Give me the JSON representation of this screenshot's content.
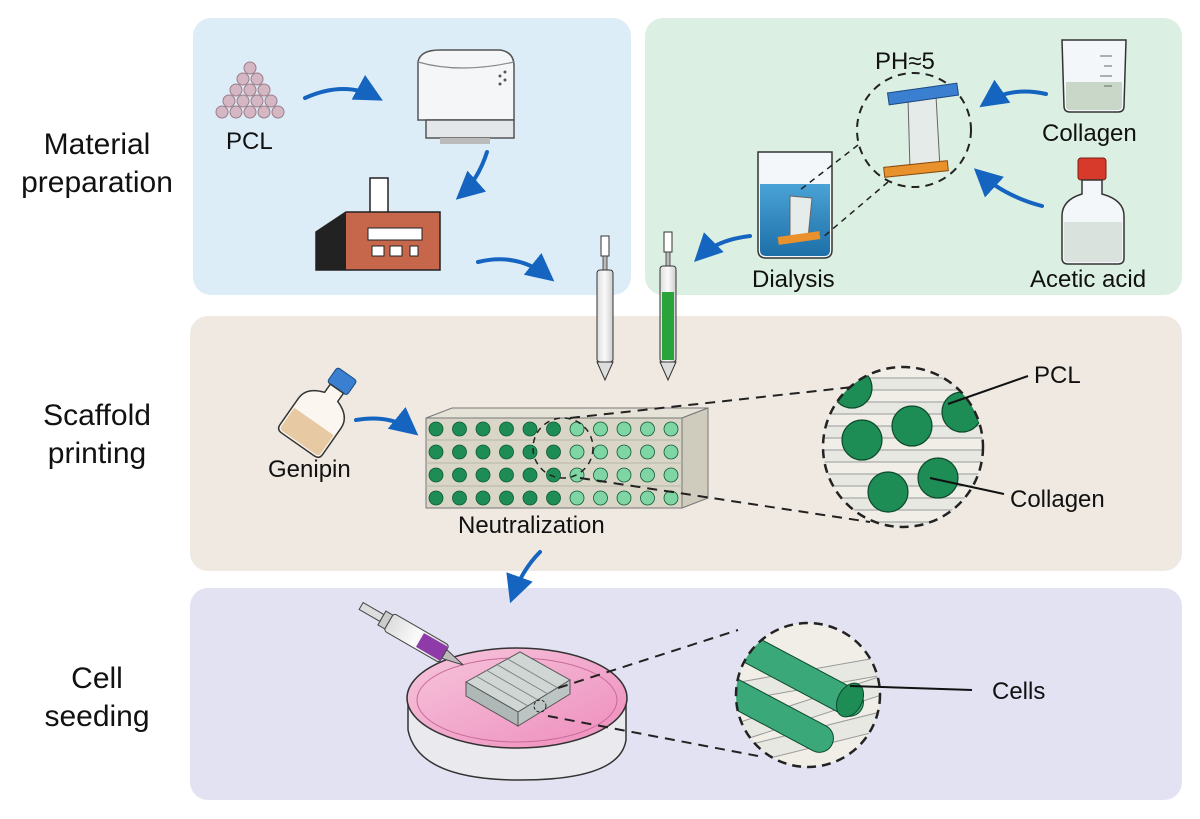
{
  "rows": [
    {
      "line1": "Material",
      "line2": "preparation"
    },
    {
      "line1": "Scaffold",
      "line2": "printing"
    },
    {
      "line1": "Cell",
      "line2": "seeding"
    }
  ],
  "labels": {
    "pcl_powder": "PCL",
    "ph": "PH≈5",
    "collagen_beaker": "Collagen",
    "dialysis": "Dialysis",
    "acetic_acid": "Acetic acid",
    "genipin": "Genipin",
    "neutralization": "Neutralization",
    "zoom_pcl": "PCL",
    "zoom_collagen": "Collagen",
    "cells": "Cells"
  },
  "colors": {
    "panel_material_left": "#dcedf8",
    "panel_material_right": "#dcefe3",
    "panel_scaffold": "#efe9e2",
    "panel_cell": "#e2e2f3",
    "arrow_blue": "#1565c0",
    "collagen_green": "#1e8c55",
    "pcl_white": "#e8e8e2",
    "dish_pink": "#f2a6c8"
  }
}
